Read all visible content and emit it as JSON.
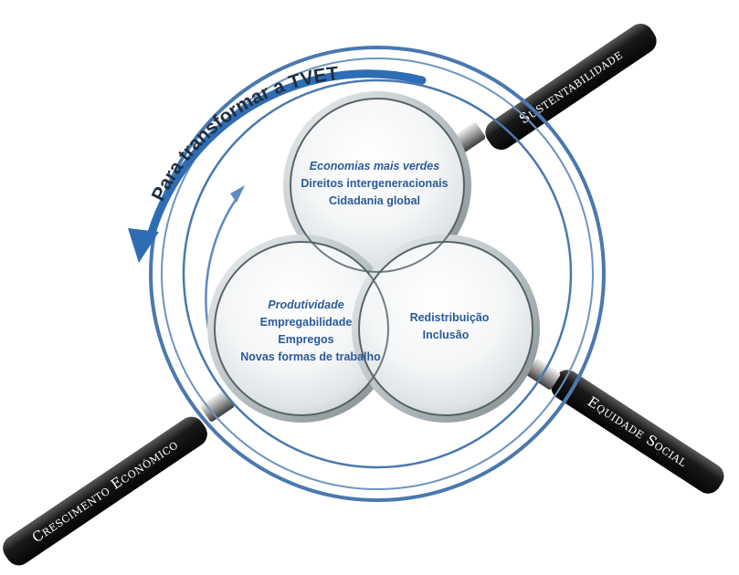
{
  "arc_title": "Para transformar a TVET",
  "handles": {
    "sustainability": "Sustentabilidade",
    "social_equity": "Equidade Social",
    "economic_growth": "Crescimento Económico"
  },
  "lenses": {
    "top": [
      "Economias mais verdes",
      "Direitos intergeneracionais",
      "Cidadania global"
    ],
    "left": [
      "Produtividade",
      "Empregabilidade",
      "Empregos",
      "Novas formas de trabalho"
    ],
    "right": [
      "Redistribuição",
      "Inclusão"
    ]
  },
  "colors": {
    "arrow_blue": "#2e6db4",
    "ring_blue": "#4a78b0",
    "text_blue": "#2a5a9a",
    "handle_black": "#141414"
  }
}
